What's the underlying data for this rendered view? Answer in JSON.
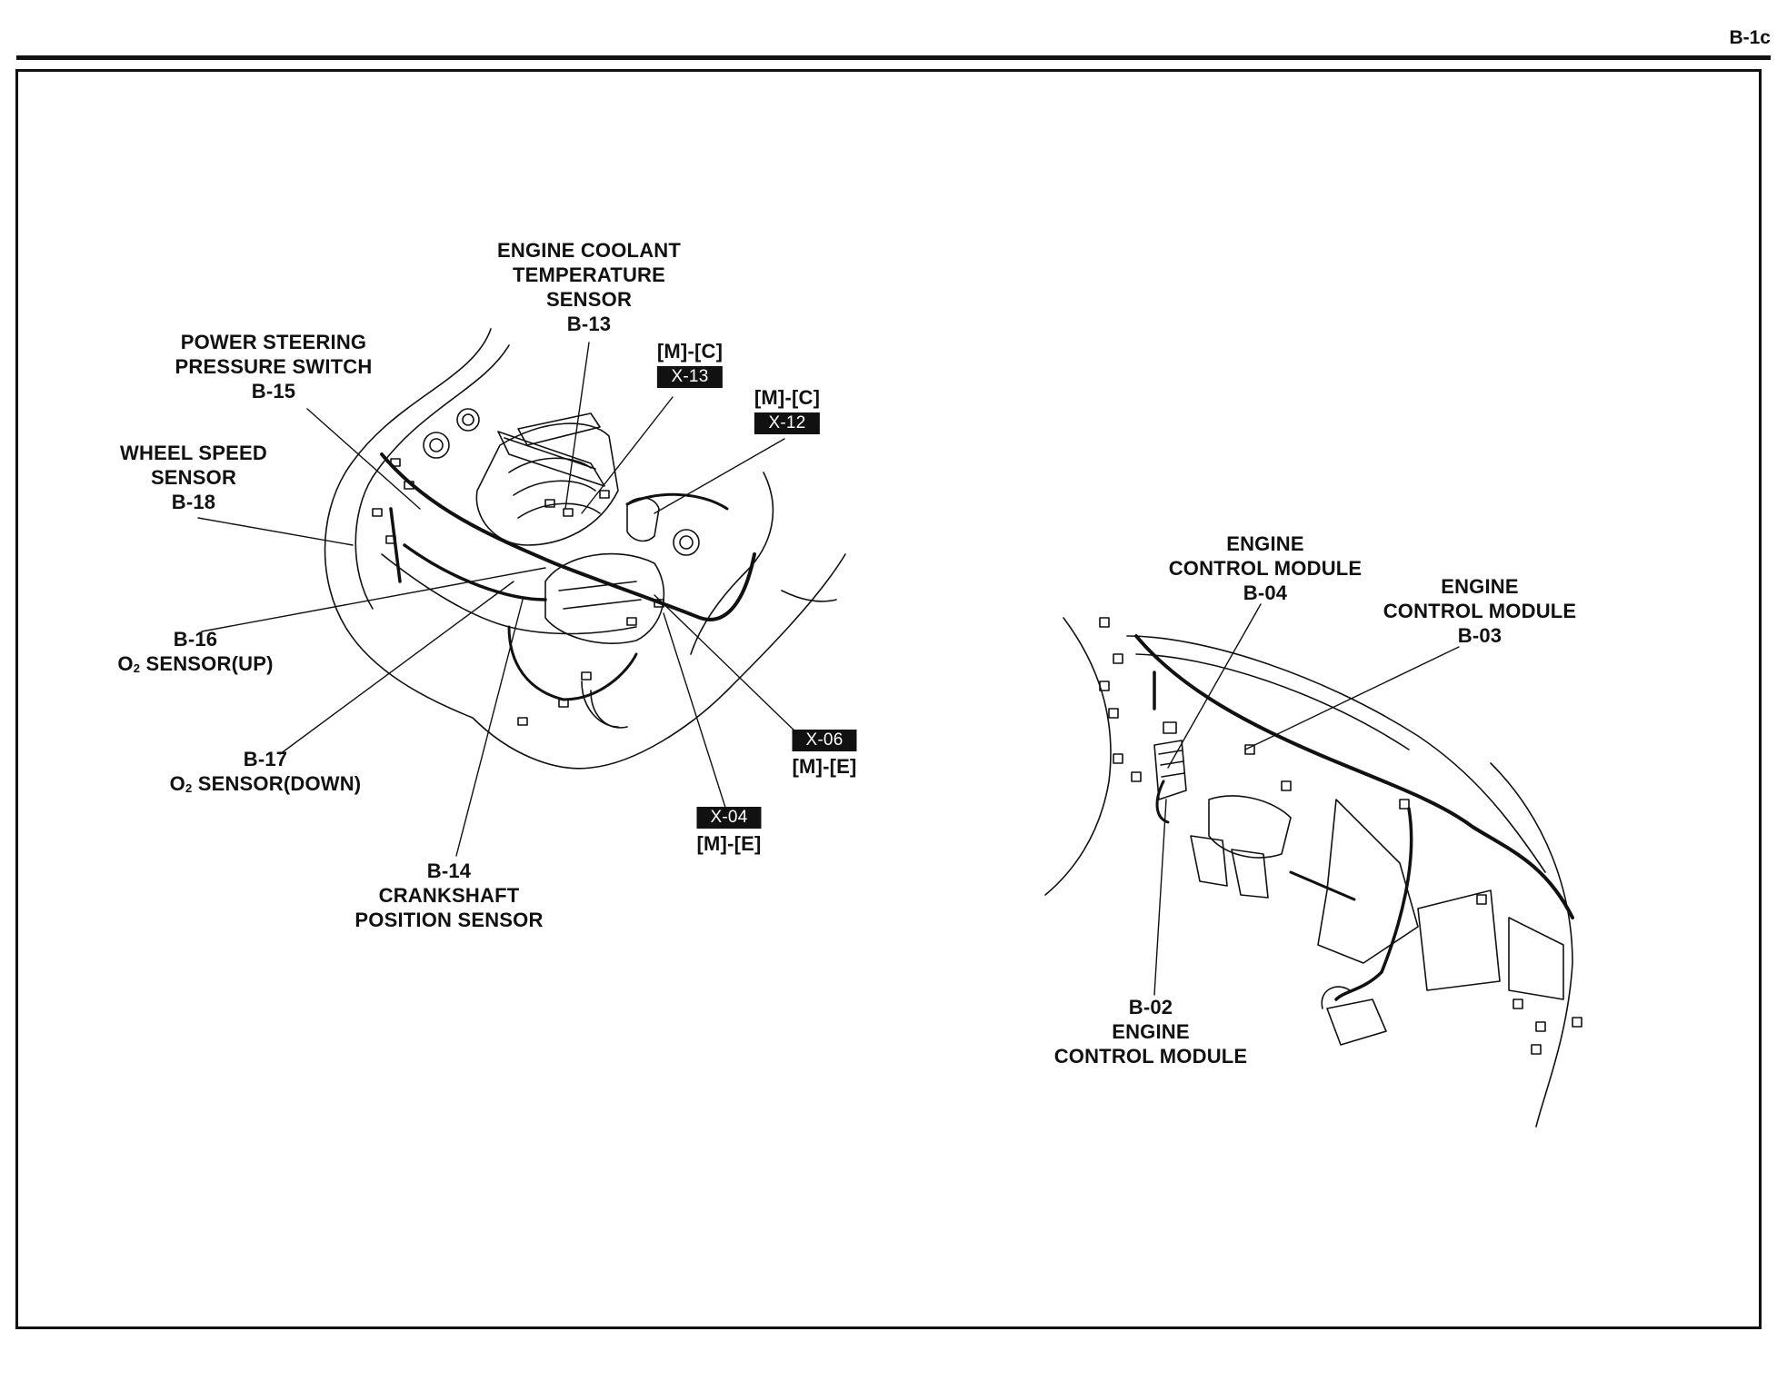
{
  "page_id": "B-1c",
  "engine_bay": {
    "labels": {
      "ect": {
        "name": "ENGINE COOLANT\nTEMPERATURE\nSENSOR",
        "code": "B-13"
      },
      "ps": {
        "name": "POWER STEERING\nPRESSURE SWITCH",
        "code": "B-15"
      },
      "ws": {
        "name": "WHEEL SPEED\nSENSOR",
        "code": "B-18"
      },
      "o2up": {
        "code": "B-16",
        "name_prefix": "O",
        "name_sub": "2",
        "name_rest": " SENSOR(UP)"
      },
      "o2dn": {
        "code": "B-17",
        "name_prefix": "O",
        "name_sub": "2",
        "name_rest": " SENSOR(DOWN)"
      },
      "ckp": {
        "code": "B-14",
        "name": "CRANKSHAFT\nPOSITION SENSOR"
      }
    },
    "connectors": {
      "x13": {
        "ref": "[M]-[C]",
        "tag": "X-13"
      },
      "x12": {
        "ref": "[M]-[C]",
        "tag": "X-12"
      },
      "x06": {
        "ref": "[M]-[E]",
        "tag": "X-06"
      },
      "x04": {
        "ref": "[M]-[E]",
        "tag": "X-04"
      }
    }
  },
  "dashboard": {
    "labels": {
      "ecm04": {
        "name": "ENGINE\nCONTROL MODULE",
        "code": "B-04"
      },
      "ecm03": {
        "name": "ENGINE\nCONTROL MODULE",
        "code": "B-03"
      },
      "ecm02": {
        "code": "B-02",
        "name": "ENGINE\nCONTROL MODULE"
      }
    }
  }
}
